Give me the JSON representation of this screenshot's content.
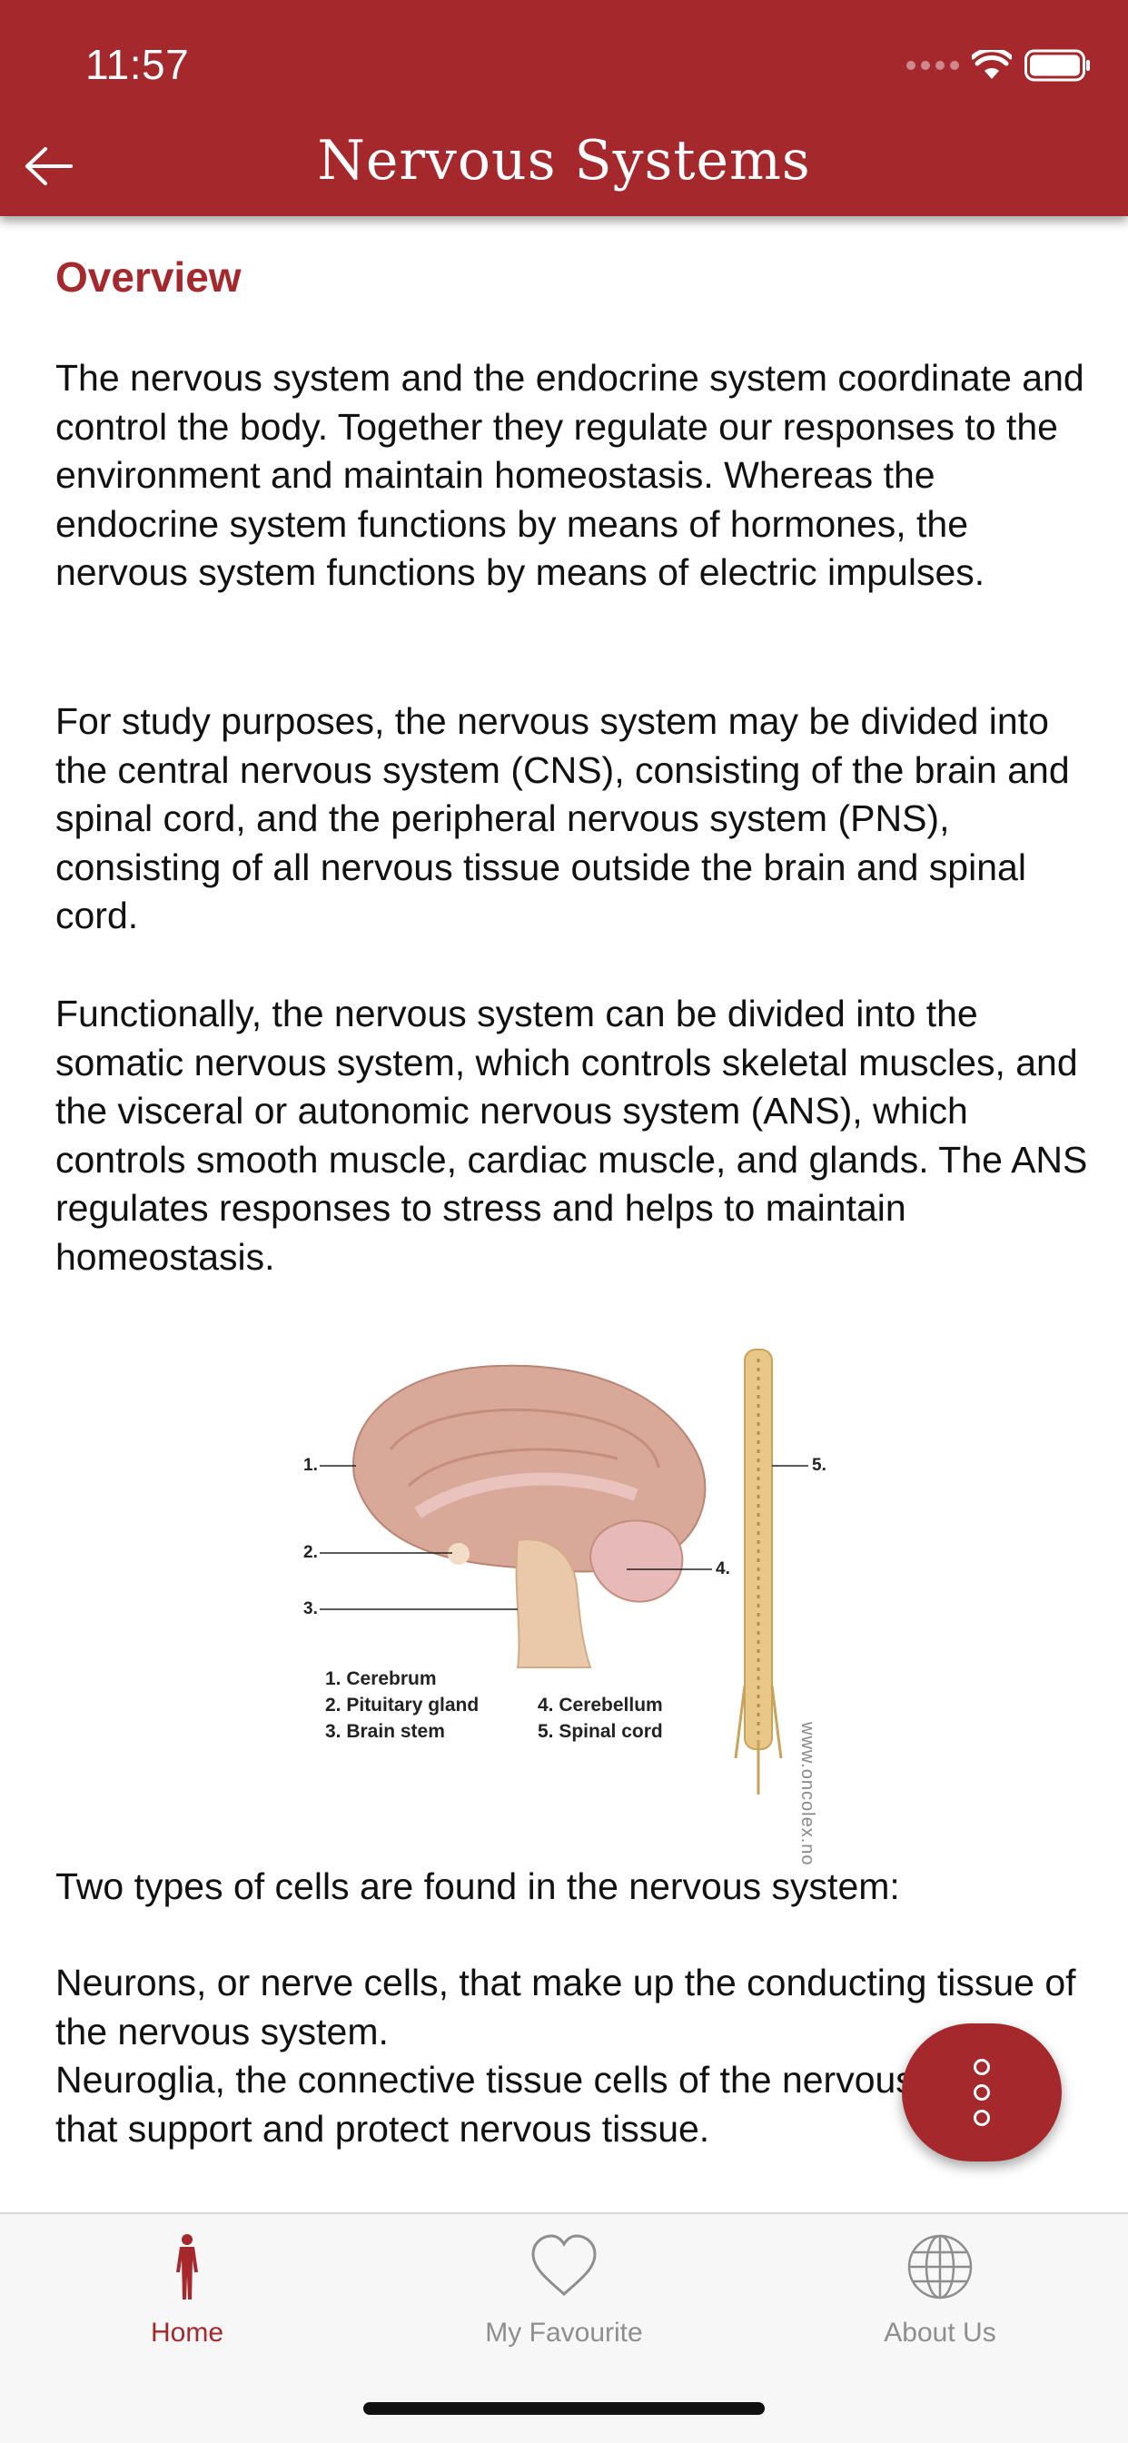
{
  "status_bar": {
    "time": "11:57"
  },
  "header": {
    "title": "Nervous Systems"
  },
  "content": {
    "heading": "Overview",
    "paragraphs": [
      "The nervous system and the endocrine system coordinate and control the body. Together they regulate our responses to the environment and maintain homeostasis. Whereas the endocrine system functions by means of hormones, the nervous system functions by means of electric impulses.",
      "For study purposes, the nervous system may be divided into the central nervous system (CNS), consisting of the brain and spinal cord, and the peripheral nervous system (PNS), consisting of all nervous tissue outside the brain and spinal cord.",
      "Functionally, the nervous system can be divided into the somatic nervous system, which controls skeletal muscles, and the visceral or autonomic nervous system (ANS), which controls smooth muscle, cardiac muscle, and glands. The ANS regulates responses to stress and helps to maintain homeostasis.",
      "Two types of cells are found in the nervous system:",
      "Neurons, or nerve cells, that make up the conducting tissue of the nervous system.\nNeuroglia, the connective tissue cells of the nervous system that support and protect nervous tissue."
    ],
    "figure": {
      "callouts": [
        "1.",
        "2.",
        "3.",
        "4.",
        "5."
      ],
      "legend_left": [
        "1. Cerebrum",
        "2. Pituitary gland",
        "3. Brain stem"
      ],
      "legend_right": [
        "4. Cerebellum",
        "5. Spinal cord"
      ],
      "watermark": "www.oncolex.no"
    }
  },
  "tabbar": {
    "tabs": [
      {
        "label": "Home",
        "icon": "human-body-icon",
        "active": true
      },
      {
        "label": "My Favourite",
        "icon": "heart-icon",
        "active": false
      },
      {
        "label": "About Us",
        "icon": "globe-icon",
        "active": false
      }
    ]
  },
  "colors": {
    "brand": "#a4282c",
    "inactive": "#8e8e8e",
    "tabbar_bg": "#f7f7f7"
  }
}
